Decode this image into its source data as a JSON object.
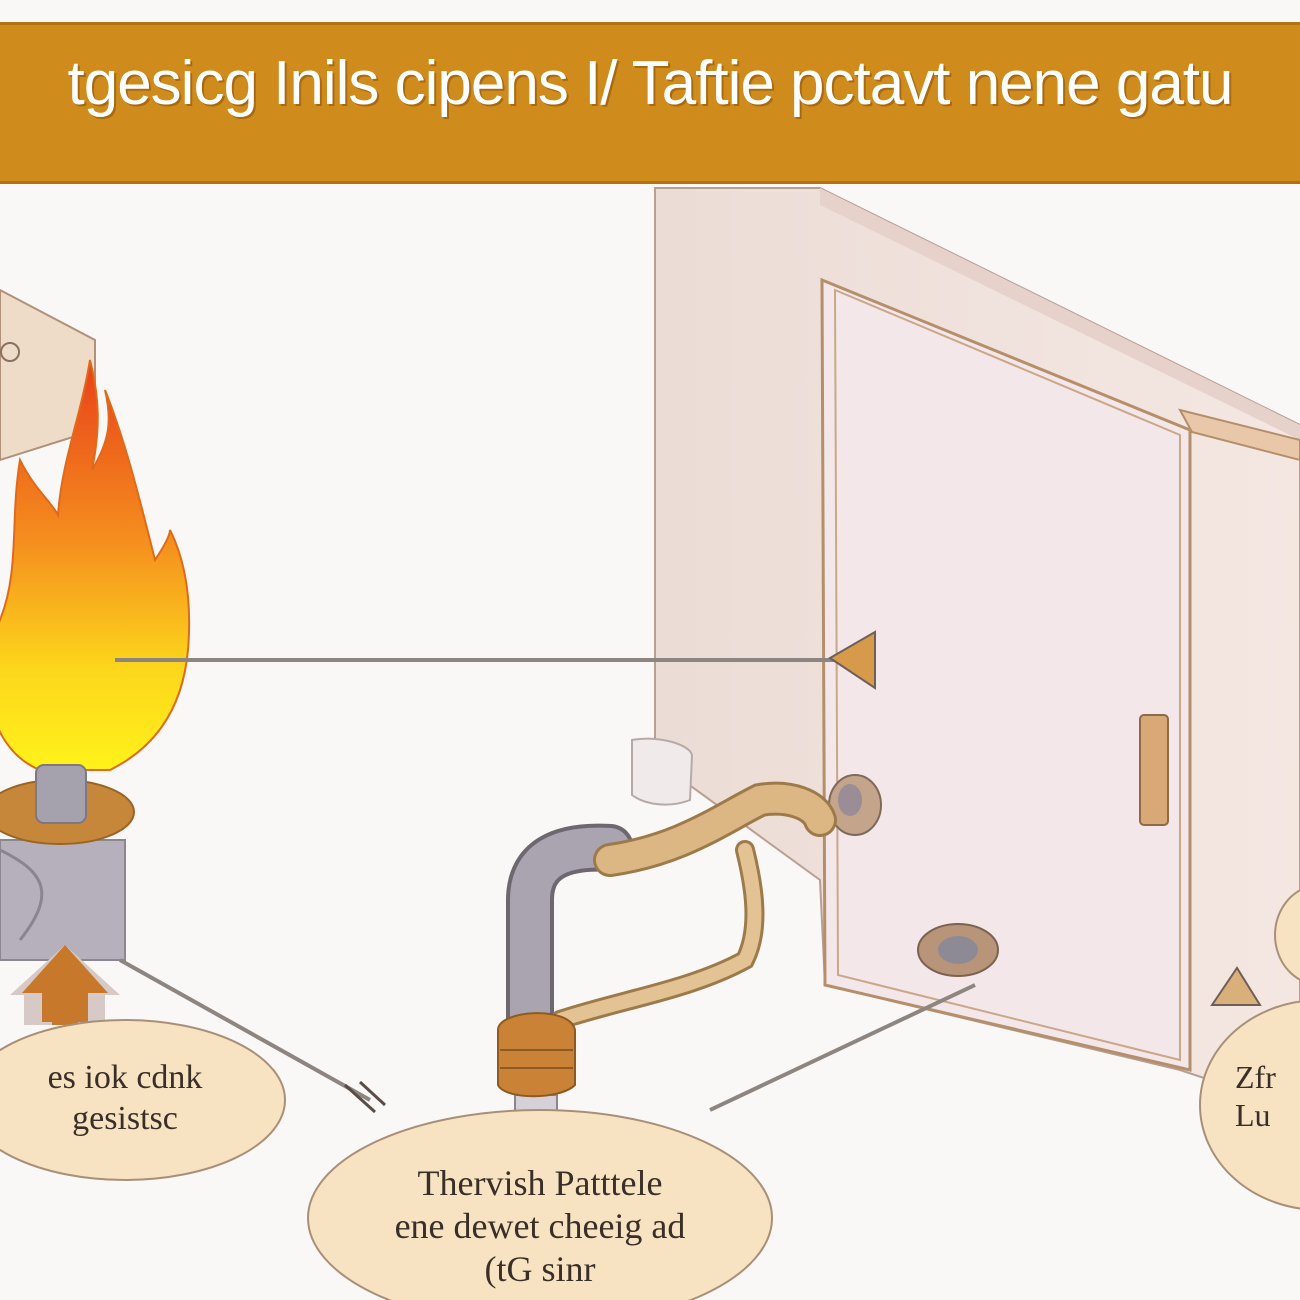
{
  "title": "tgesicg Inils cipens I/ Taftie pctavt nene gatu",
  "callouts": {
    "left": {
      "line1": "es iok cdnk",
      "line2": "gesistsc"
    },
    "center": {
      "line1": "Thervish Patttele",
      "line2": "ene dewet cheeig ad",
      "line3": "(tG sinr"
    },
    "right": {
      "line1": "Zfr",
      "line2": "Lu"
    }
  },
  "colors": {
    "banner": "#cf8b1c",
    "callout_fill": "#f7e3c2",
    "wall": "#f0e4de",
    "door": "#f3e6ea",
    "flame_outer": "#e8501a",
    "flame_inner": "#ffe81a",
    "pipe_gray": "#a8a2ad",
    "pipe_copper": "#d9b27a"
  }
}
